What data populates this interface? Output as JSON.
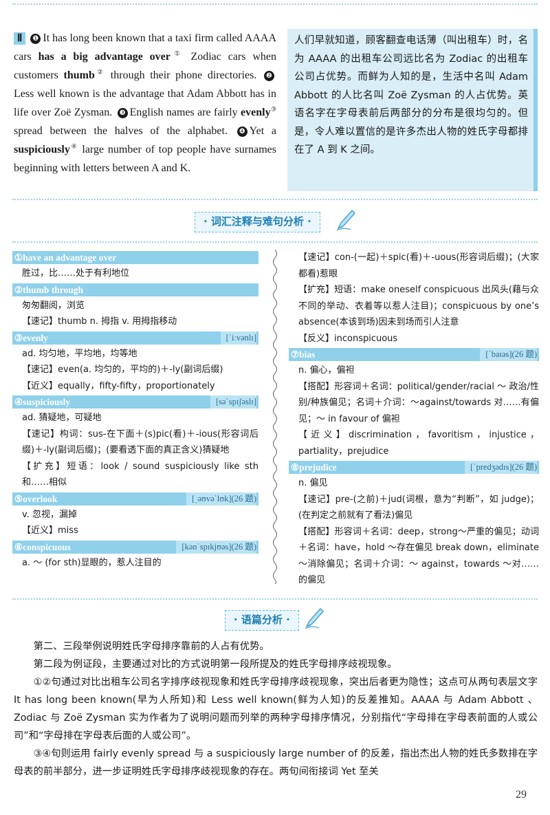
{
  "passage": {
    "section_num": "Ⅱ",
    "markers": [
      "❶",
      "❷",
      "❸",
      "❹"
    ],
    "s1a": "It has long been known that a taxi firm called AAAA cars ",
    "s1b": "has a big advantage over",
    "s1b_sup": "①",
    "s1c": " Zodiac cars when customers ",
    "s1d": "thumb",
    "s1d_sup": "②",
    "s1e": " through their phone directories.",
    "s2": "Less well known is the advantage that Adam Abbott has in life over Zoë Zysman.",
    "s3a": "English names are fairly ",
    "s3b": "evenly",
    "s3b_sup": "③",
    "s3c": " spread between the halves of the alphabet.",
    "s4a": "Yet a ",
    "s4b": "suspiciously",
    "s4b_sup": "④",
    "s4c": " large number of top people have surnames beginning with letters between A and K."
  },
  "translation": "人们早就知道，顾客翻查电话薄（叫出租车）时，名为 AAAA 的出租车公司远比名为 Zodiac 的出租车公司占优势。而鲜为人知的是，生活中名叫 Adam Abbott 的人比名叫 Zoë Zysman 的人占优势。英语名字在字母表前后两部分的分布是很均匀的。但是，令人难以置信的是许多杰出人物的姓氏字母都排在了 A 到 K 之间。",
  "vocab_title": "· 词汇注释与难句分析 ·",
  "left_col": {
    "e1_head": "①have an advantage over",
    "e1_l1": "胜过，比……处于有利地位",
    "e2_head": "②thumb through",
    "e2_l1": "匆匆翻阅，浏览",
    "e2_l2": "【速记】thumb n. 拇指  v. 用拇指移动",
    "e3_head": "③evenly",
    "e3_phon": "[ˈiːvənlɪ]",
    "e3_l1": "ad. 均匀地，平均地，均等地",
    "e3_l2": "【速记】even(a. 均匀的，平均的)＋-ly(副词后缀)",
    "e3_l3": "【近义】equally，fifty-fifty，proportionately",
    "e4_head": "④suspiciously",
    "e4_phon": "[səˈspɪʃəslɪ]",
    "e4_l1": "ad. 猜疑地，可疑地",
    "e4_l2": "【速记】构词：sus-在下面＋(s)pic(看)＋-ious(形容词后缀)＋-ly(副词后缀)；(要看透下面的真正含义)猜疑地",
    "e4_l3": "【扩充】短语：look / sound suspiciously like sth 和……相似",
    "e5_head": "⑤overlook",
    "e5_phon": "[ˌəʊvəˈlʊk](26 题)",
    "e5_l1": "v. 忽视，漏掉",
    "e5_l2": "【近义】miss",
    "e6_head": "⑥conspicuous",
    "e6_phon": "[kənˈspɪkjʊəs](26 题)",
    "e6_l1": "a. ～ (for sth)显眼的，惹人注目的"
  },
  "right_col": {
    "e6_l2": "【速记】con-(一起)＋spic(看)＋-uous(形容词后缀)；(大家都看)惹眼",
    "e6_l3": "【扩充】短语：make oneself conspicuous 出风头(藉与众不同的举动、衣着等以惹人注目)；conspicuous by one’s absence(本该到场)因未到场而引人注意",
    "e6_l4": "【反义】inconspicuous",
    "e7_head": "⑦bias",
    "e7_phon": "[ˈbaɪəs](26 题)",
    "e7_l1": "n. 偏心，偏袒",
    "e7_l2": "【搭配】形容词＋名词：political/gender/racial ～ 政治/性别/种族偏见；名词＋介词：～against/towards 对……有偏见；～ in favour of 偏袒",
    "e7_l3": "【近义】discrimination，favoritism，injustice，partiality，prejudice",
    "e8_head": "⑧prejudice",
    "e8_phon": "[ˈpredʒədɪs](26 题)",
    "e8_l1": "n. 偏见",
    "e8_l2": "【速记】pre-(之前)＋jud(词根，意为“判断”，如 judge)；(在判定之前就有了看法)偏见",
    "e8_l3": "【搭配】形容词＋名词：deep，strong～严重的偏见；动词＋名词：have，hold ～存在偏见 break down，eliminate～消除偏见；名词＋介词：～ against，towards ～对……的偏见"
  },
  "analysis_title": "· 语篇分析 ·",
  "analysis": {
    "p1": "第二、三段举例说明姓氏字母排序靠前的人占有优势。",
    "p2": "第二段为例证段，主要通过对比的方式说明第一段所提及的姓氏字母排序歧视现象。",
    "p3": "①②句通过对比出租车公司名字排序歧视现象和姓氏字母排序歧视现象，突出后者更为隐性；这点可从两句表层文字 It has long been known(早为人所知)和 Less well known(鲜为人知)的反差推知。AAAA 与 Adam Abbott 、Zodiac 与 Zoë Zysman 实为作者为了说明问题而列举的两种字母排序情况，分别指代“字母排在字母表前面的人或公司”和“字母排在字母表后面的人或公司”。",
    "p4": "③④句则运用 fairly evenly spread 与 a suspiciously large number of 的反差，指出杰出人物的姓氏多数排在字母表的前半部分，进一步证明姓氏字母排序歧视现象的存在。两句间衔接词 Yet 至关"
  },
  "page_number": "29",
  "colors": {
    "accent": "#8fd0ea",
    "title_text": "#1e7fb5",
    "panel": "#d9eef7"
  }
}
